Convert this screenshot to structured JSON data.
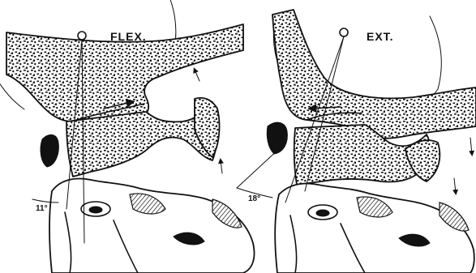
{
  "panels": {
    "flexion": {
      "label": "FLEX.",
      "angle_label": "11°"
    },
    "extension": {
      "label": "EXT.",
      "angle_label": "18°"
    }
  },
  "colors": {
    "ink": "#111111",
    "paper": "#ffffff"
  }
}
